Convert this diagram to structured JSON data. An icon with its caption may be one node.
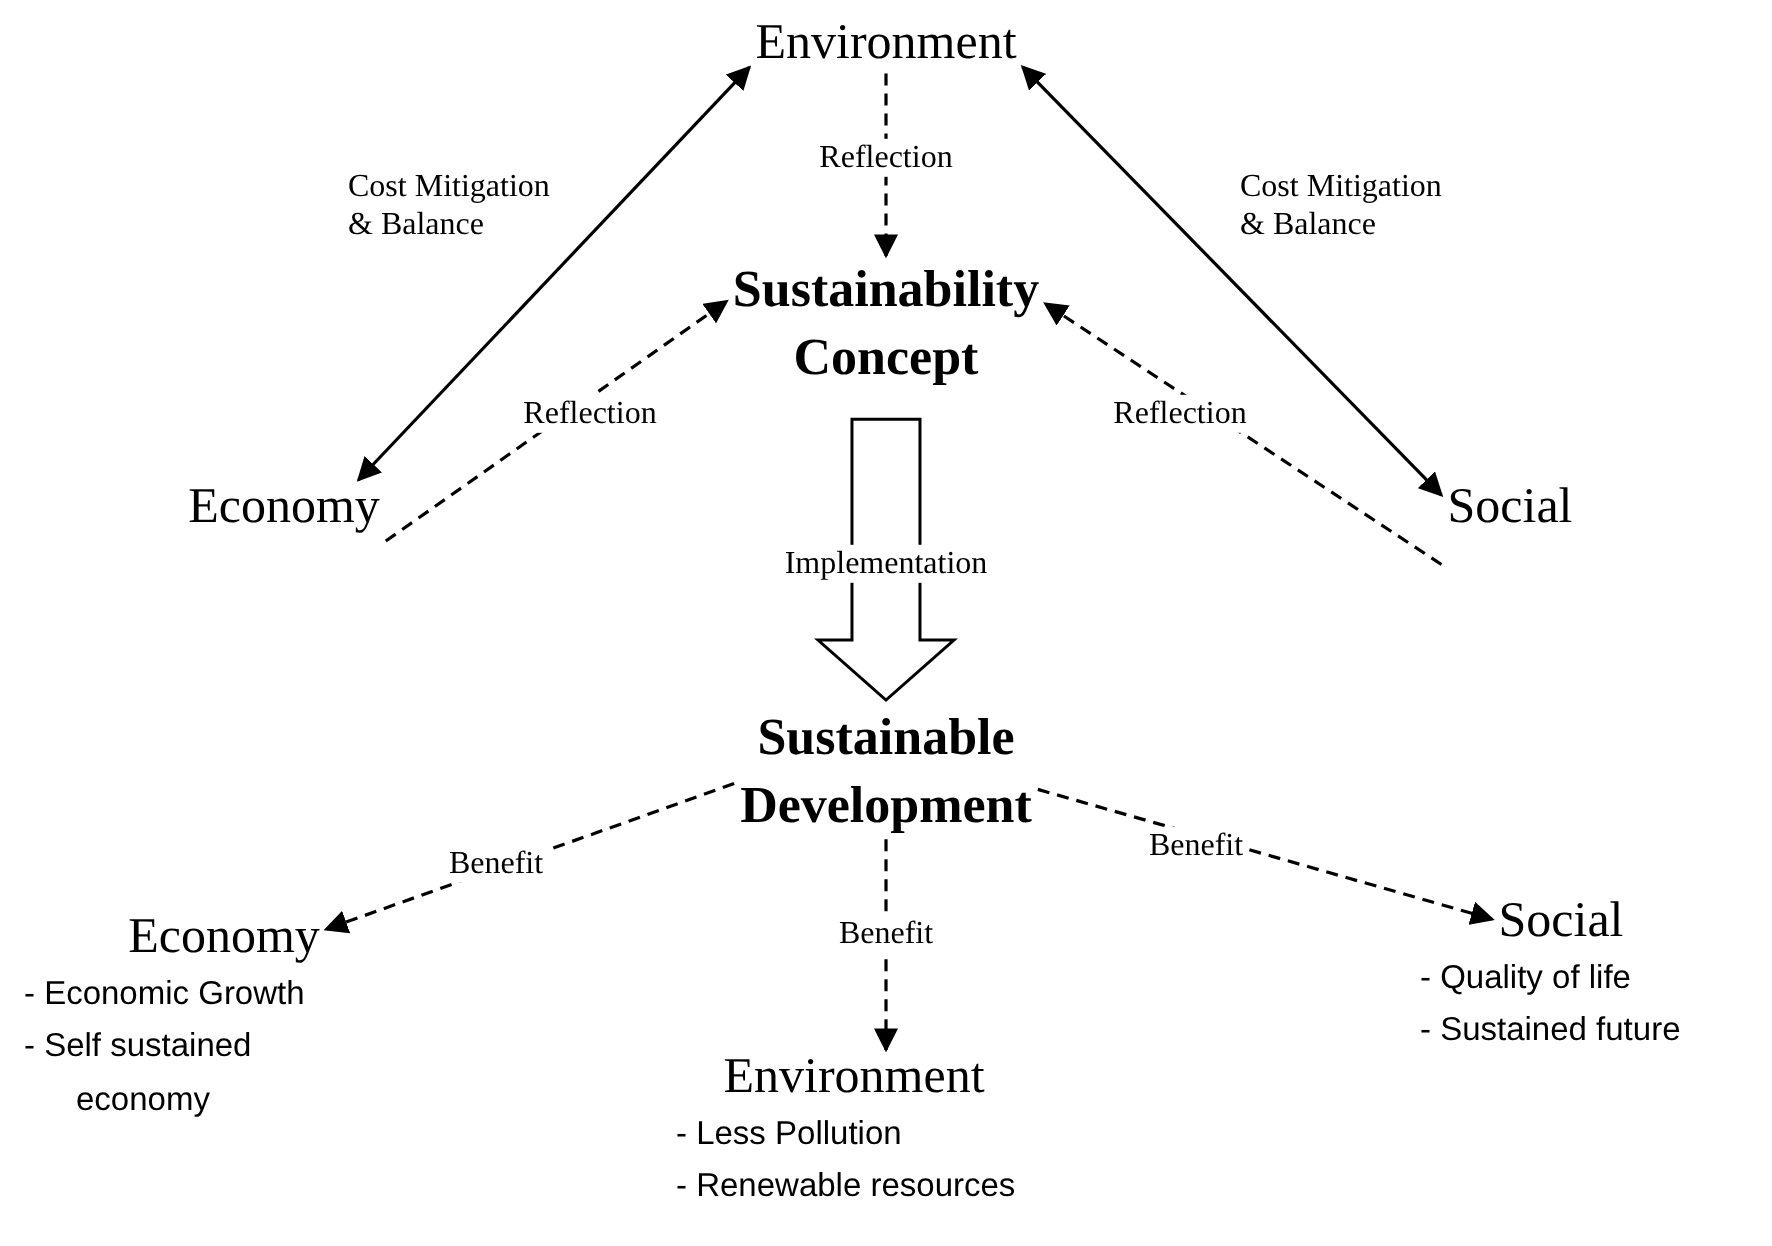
{
  "diagram": {
    "nodes": [
      {
        "text": [
          "Environment"
        ]
      },
      {
        "text": [
          "Sustainability Concept"
        ]
      },
      {
        "text": [
          "Economy"
        ]
      },
      {
        "text": [
          "Social"
        ]
      },
      {
        "text": [
          "Sustainable Development"
        ]
      },
      {
        "text": [
          "Economy",
          "- Economic Growth",
          "- Self sustained economy"
        ]
      },
      {
        "text": [
          "Environment",
          "- Less Pollution",
          "- Renewable resources"
        ]
      },
      {
        "text": [
          "Social",
          "- Quality of life",
          "- Sustained future"
        ]
      }
    ],
    "edges": [
      {
        "from": 0,
        "to": 2,
        "arrow": "both",
        "label": "Cost Mitigation & Balance"
      },
      {
        "from": 0,
        "to": 3,
        "arrow": "both",
        "label": "Cost Mitigation & Balance"
      },
      {
        "from": 0,
        "to": 1,
        "arrow": "to",
        "label": "Reflection",
        "style": "dashed"
      },
      {
        "from": 2,
        "to": 1,
        "arrow": "to",
        "label": "Reflection",
        "style": "dashed"
      },
      {
        "from": 3,
        "to": 1,
        "arrow": "to",
        "label": "Reflection",
        "style": "dashed"
      },
      {
        "from": 1,
        "to": 4,
        "arrow": "to",
        "label": "Implementation",
        "style": "thick"
      },
      {
        "from": 4,
        "to": 5,
        "arrow": "to",
        "label": "Benefit",
        "style": "dashed"
      },
      {
        "from": 4,
        "to": 6,
        "arrow": "to",
        "label": "Benefit",
        "style": "dashed"
      },
      {
        "from": 4,
        "to": 7,
        "arrow": "to",
        "label": "Benefit",
        "style": "dashed"
      }
    ]
  }
}
